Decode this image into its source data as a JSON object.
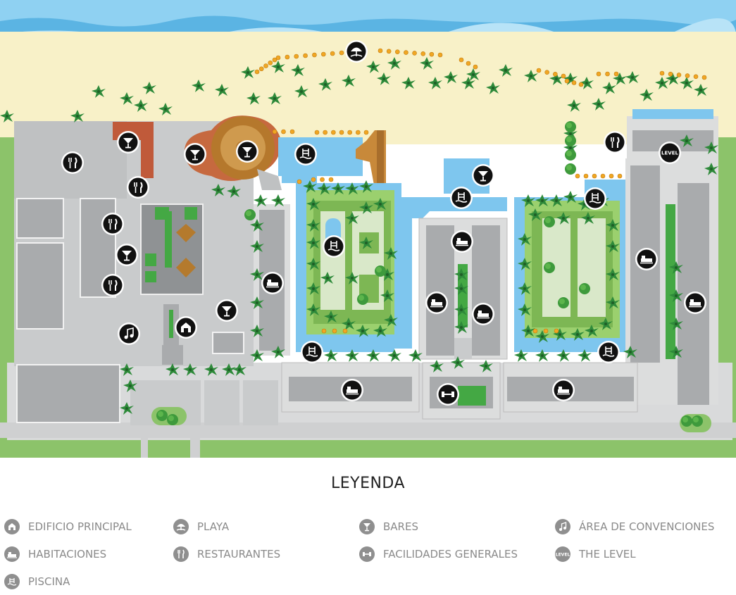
{
  "legend": {
    "title": "LEYENDA",
    "items": [
      {
        "key": "edificio",
        "label": "EDIFICIO PRINCIPAL",
        "icon": "house-icon"
      },
      {
        "key": "playa",
        "label": "PLAYA",
        "icon": "beach-umbrella-icon"
      },
      {
        "key": "bares",
        "label": "BARES",
        "icon": "cocktail-glass-icon"
      },
      {
        "key": "convenciones",
        "label": "ÁREA DE CONVENCIONES",
        "icon": "music-notes-icon"
      },
      {
        "key": "habitaciones",
        "label": "HABITACIONES",
        "icon": "bed-icon"
      },
      {
        "key": "restaurantes",
        "label": "RESTAURANTES",
        "icon": "fork-knife-icon"
      },
      {
        "key": "facilidades",
        "label": "FACILIDADES GENERALES",
        "icon": "dumbbell-icon"
      },
      {
        "key": "level",
        "label": "THE LEVEL",
        "icon": "the-level-icon"
      },
      {
        "key": "piscina",
        "label": "PISCINA",
        "icon": "pool-ladder-icon"
      }
    ]
  },
  "map": {
    "badge_level_text": "LEVEL",
    "colors": {
      "sea": "#5bb4e3",
      "sand": "#f8f1c8",
      "lawn": "#8cc36a",
      "building": "#c9cbcc",
      "pool": "#7ec6ee",
      "roof": "#c8893a"
    }
  }
}
